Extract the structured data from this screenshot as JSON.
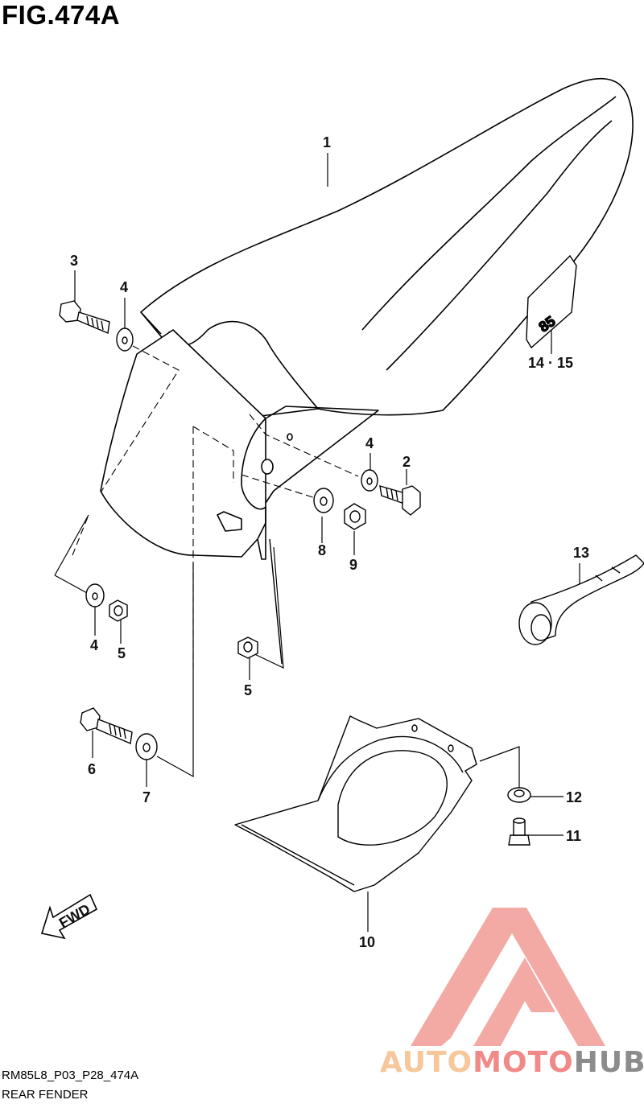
{
  "figure": {
    "title": "FIG.474A",
    "code": "RM85L8_P03_P28_474A",
    "caption": "REAR FENDER"
  },
  "callouts": [
    "1",
    "2",
    "3",
    "4",
    "4",
    "4",
    "5",
    "5",
    "6",
    "7",
    "8",
    "9",
    "10",
    "11",
    "12",
    "13",
    "14 · 15"
  ],
  "fwd_label": "FWD",
  "decal_text": "85",
  "watermark": {
    "brand_parts": [
      "AUTO",
      "MOTO",
      "HUB"
    ],
    "colors": [
      "#f6c79a",
      "#f08a88",
      "#8c8c8c"
    ],
    "logo_color": "#f2a09b"
  }
}
